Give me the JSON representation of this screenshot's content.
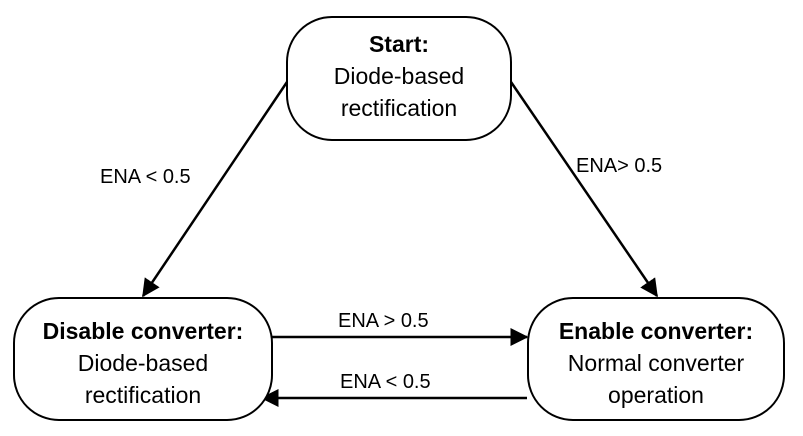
{
  "nodes": {
    "start": {
      "title": "Start:",
      "line1": "Diode-based",
      "line2": "rectification"
    },
    "disable": {
      "title": "Disable converter:",
      "line1": "Diode-based",
      "line2": "rectification"
    },
    "enable": {
      "title": "Enable converter:",
      "line1": "Normal converter",
      "line2": "operation"
    }
  },
  "edges": {
    "start_to_disable": {
      "label": "ENA < 0.5"
    },
    "start_to_enable": {
      "label": "ENA> 0.5"
    },
    "disable_to_enable": {
      "label": "ENA > 0.5"
    },
    "enable_to_disable": {
      "label": "ENA < 0.5"
    }
  },
  "colors": {
    "stroke": "#000000",
    "fill": "#ffffff",
    "text": "#000000"
  }
}
